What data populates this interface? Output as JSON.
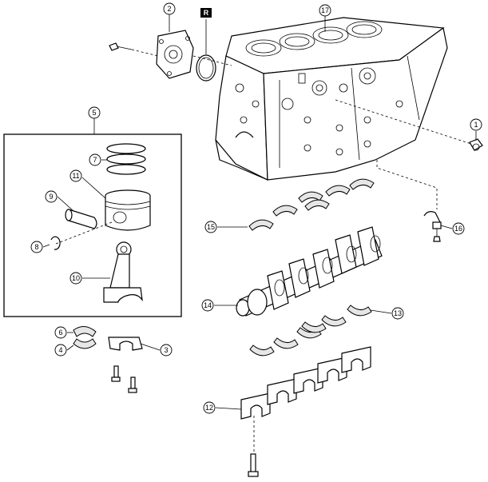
{
  "callouts": {
    "c1": "1",
    "c2": "2",
    "c3": "3",
    "c4": "4",
    "c5": "5",
    "c6": "6",
    "c7": "7",
    "c8": "8",
    "c9": "9",
    "c10": "10",
    "c11": "11",
    "c12": "12",
    "c13": "13",
    "c14": "14",
    "c15": "15",
    "c16": "16",
    "c17": "17"
  },
  "badge": {
    "replace_label": "R"
  }
}
